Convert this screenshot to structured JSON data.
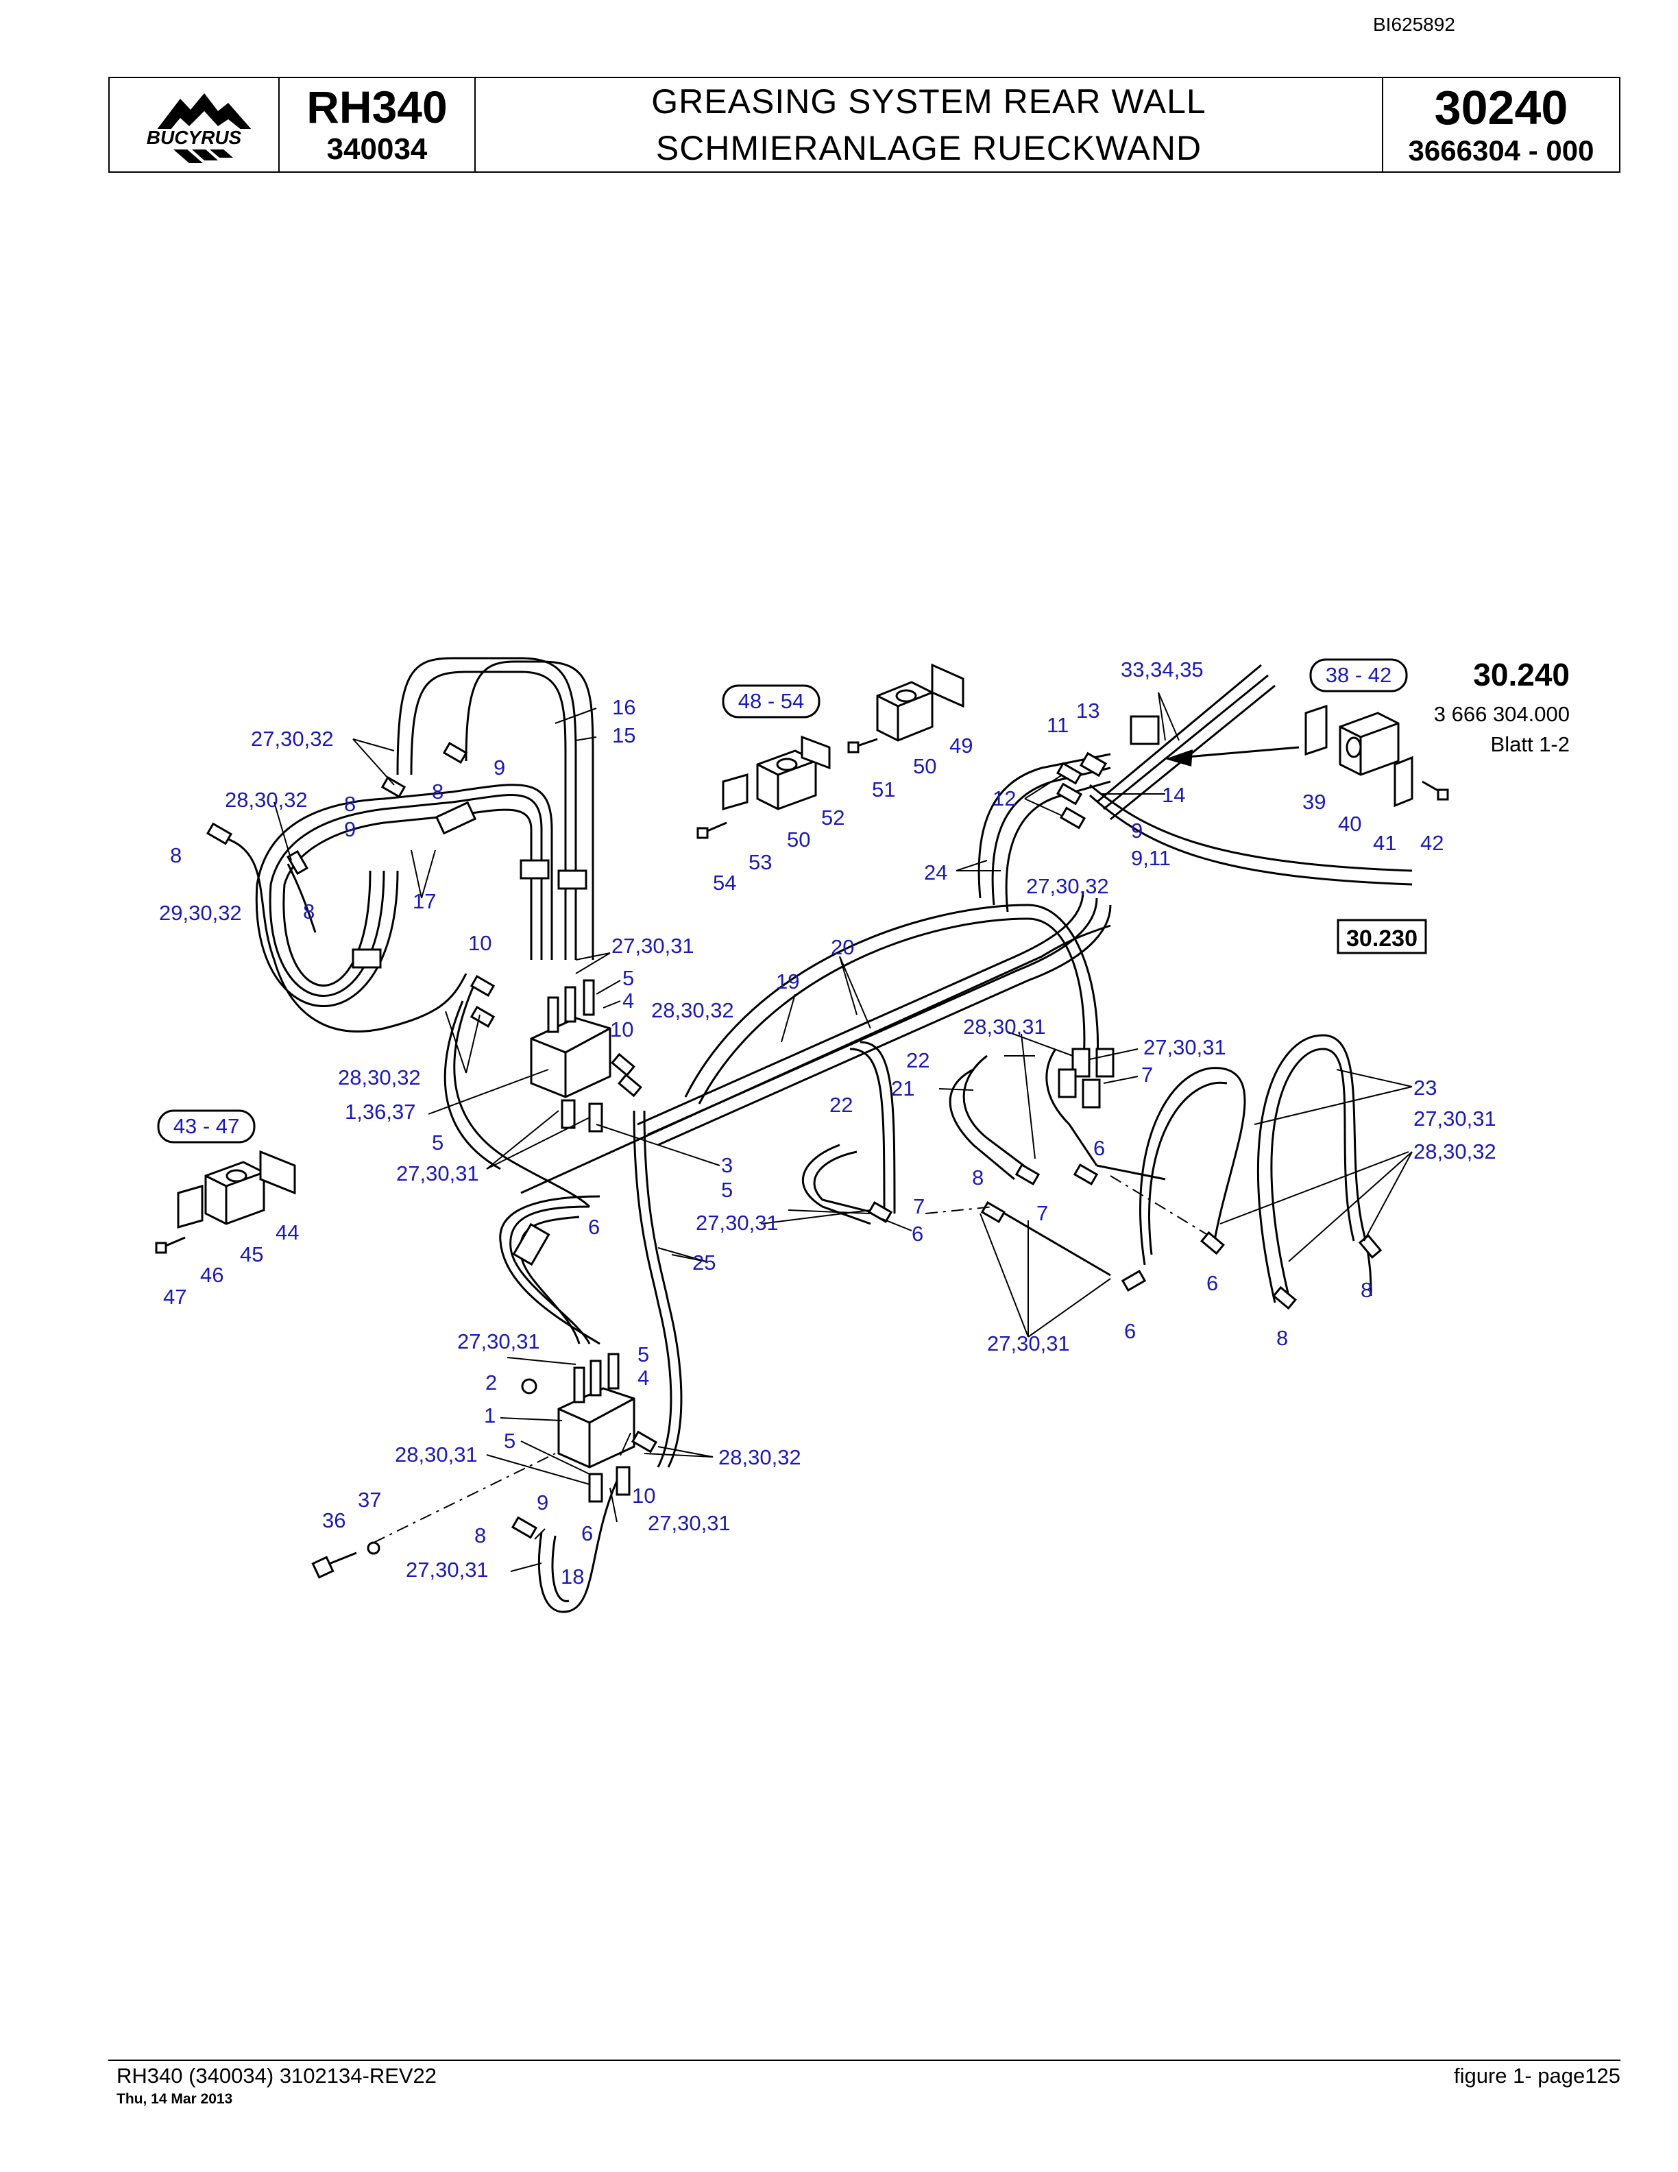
{
  "doc_id": "BI625892",
  "header": {
    "logo_text": "BUCYRUS",
    "model": "RH340",
    "serial": "340034",
    "title_en": "GREASING SYSTEM REAR WALL",
    "title_de": "SCHMIERANLAGE RUECKWAND",
    "group": "30240",
    "part_no": "3666304 - 000"
  },
  "assembly": {
    "ref": "30.240",
    "number": "3 666 304.000",
    "sheet": "Blatt 1-2",
    "next_ref": "30.230"
  },
  "group_refs": [
    "48 - 54",
    "38 - 42",
    "43 - 47"
  ],
  "callouts": [
    "33,34,35",
    "16",
    "15",
    "13",
    "11",
    "27,30,32",
    "9",
    "8",
    "9",
    "28,30,32",
    "8",
    "14",
    "12",
    "9",
    "9,11",
    "8",
    "29,30,32",
    "8",
    "17",
    "24",
    "27,30,32",
    "51",
    "50",
    "49",
    "52",
    "53",
    "50",
    "54",
    "39",
    "40",
    "41",
    "42",
    "10",
    "27,30,31",
    "5",
    "4",
    "20",
    "19",
    "28,30,32",
    "10",
    "28,30,32",
    "1,36,37",
    "5",
    "27,30,31",
    "3",
    "5",
    "6",
    "28,30,31",
    "27,30,31",
    "7",
    "22",
    "21",
    "6",
    "22",
    "8",
    "7",
    "7",
    "6",
    "27,30,31",
    "25",
    "23",
    "27,30,31",
    "28,30,32",
    "6",
    "8",
    "8",
    "6",
    "27,30,31",
    "44",
    "45",
    "46",
    "47",
    "27,30,31",
    "5",
    "4",
    "2",
    "1",
    "5",
    "28,30,31",
    "28,30,32",
    "9",
    "10",
    "37",
    "36",
    "8",
    "6",
    "27,30,31",
    "27,30,31",
    "18"
  ],
  "footer": {
    "left": "RH340 (340034) 3102134-REV22",
    "date": "Thu, 14 Mar 2013",
    "right": "figure  1- page125"
  }
}
